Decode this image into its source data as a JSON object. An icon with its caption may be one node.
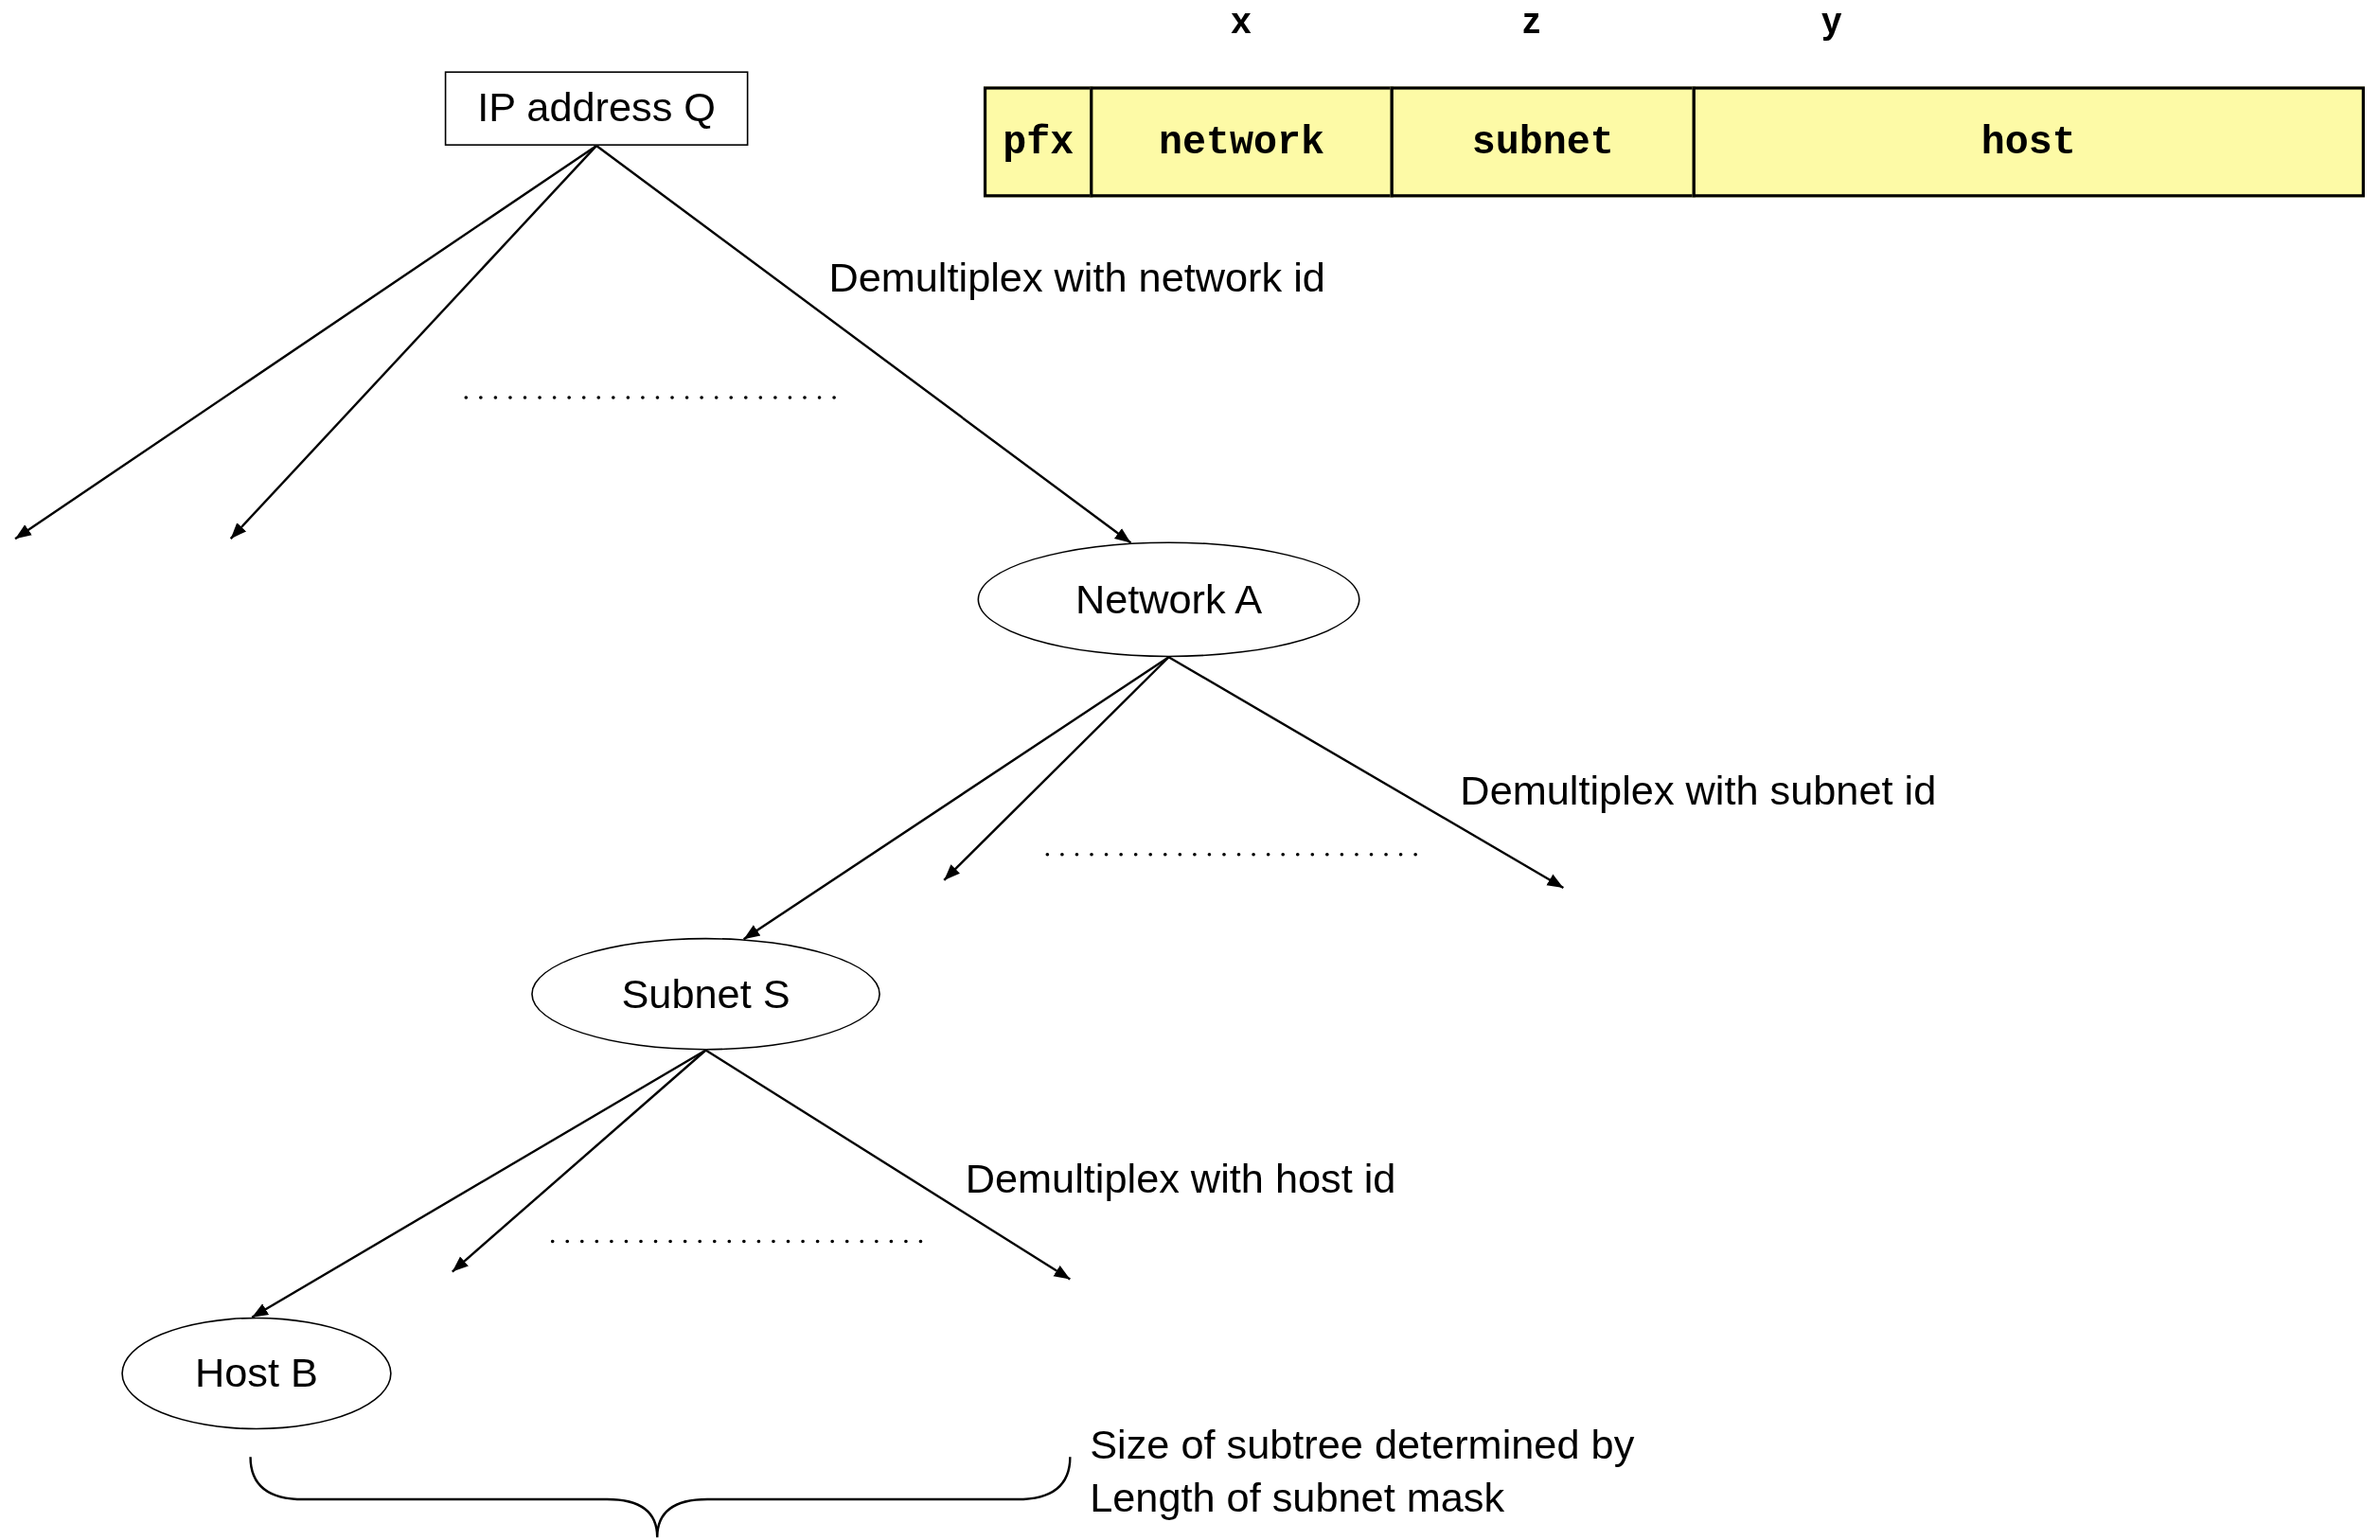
{
  "diagram": {
    "nodes": [
      {
        "text": [
          "IP address Q"
        ]
      },
      {
        "text": [
          "Network A"
        ]
      },
      {
        "text": [
          "Subnet S"
        ]
      },
      {
        "text": [
          "Host B"
        ]
      }
    ],
    "edges": [
      {
        "from": 0,
        "to": null,
        "arrow": "to"
      },
      {
        "from": 0,
        "to": null,
        "arrow": "to"
      },
      {
        "from": 0,
        "to": 1,
        "arrow": "to"
      },
      {
        "from": 1,
        "to": 2,
        "arrow": "to"
      },
      {
        "from": 1,
        "to": null,
        "arrow": "to"
      },
      {
        "from": 1,
        "to": null,
        "arrow": "to"
      },
      {
        "from": 2,
        "to": 3,
        "arrow": "to"
      },
      {
        "from": 2,
        "to": null,
        "arrow": "to"
      },
      {
        "from": 2,
        "to": null,
        "arrow": "to"
      }
    ],
    "labels": [
      "x",
      "z",
      "y",
      "pfx",
      "network",
      "subnet",
      "host",
      "Demultiplex with network id",
      "Demultiplex with subnet id",
      "Demultiplex with host id",
      "Size of subtree determined by Length of subnet mask"
    ]
  }
}
